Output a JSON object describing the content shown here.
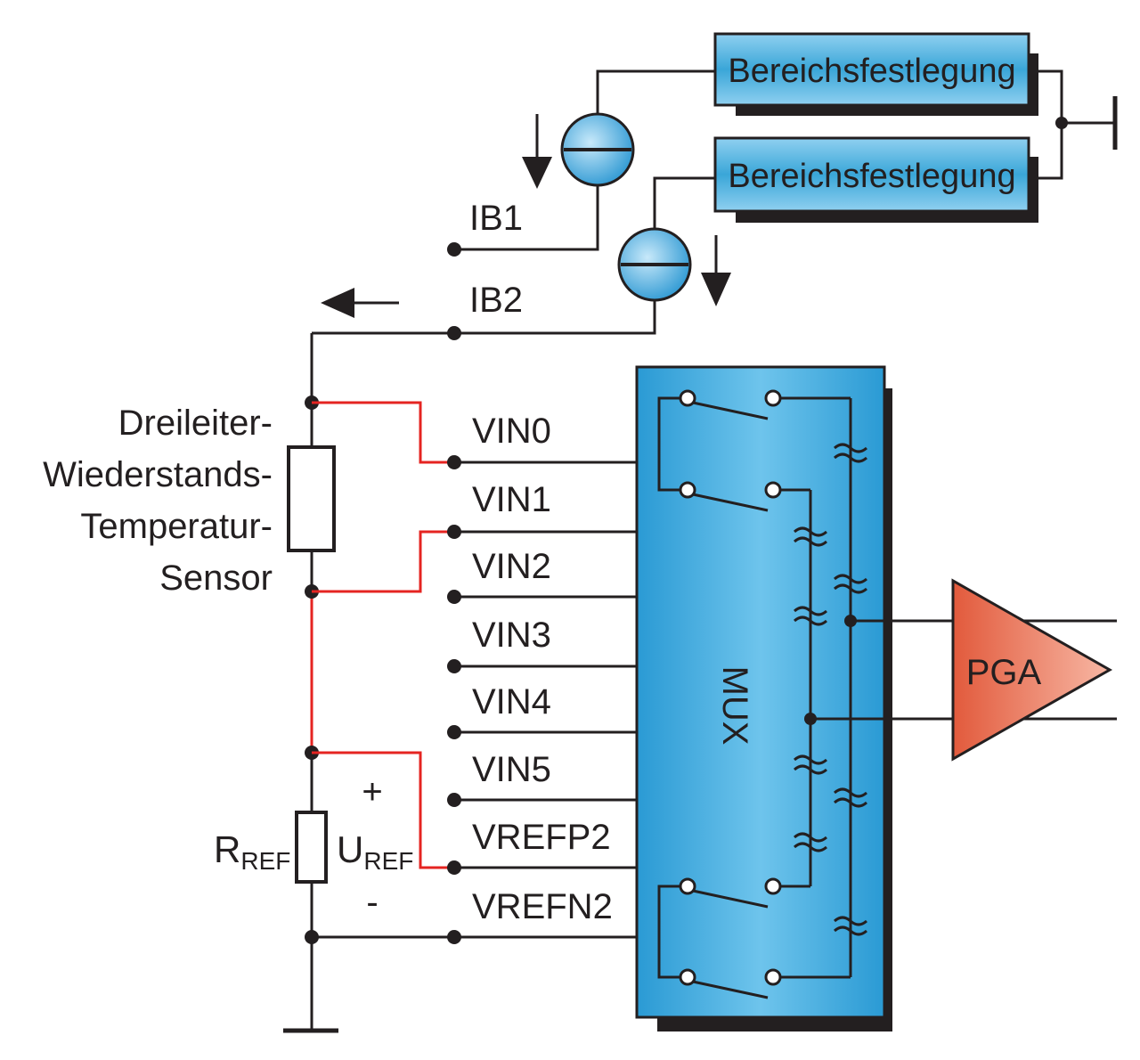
{
  "range_boxes": [
    "Bereichsfestlegung",
    "Bereichsfestlegung"
  ],
  "current_sources": [
    "IB1",
    "IB2"
  ],
  "sensor_label": [
    "Dreileiter-",
    "Wiederstands-",
    "Temperatur-",
    "Sensor"
  ],
  "inputs": [
    "VIN0",
    "VIN1",
    "VIN2",
    "VIN3",
    "VIN4",
    "VIN5",
    "VREFP2",
    "VREFN2"
  ],
  "mux_label": "MUX",
  "pga_label": "PGA",
  "rref": {
    "main": "R",
    "sub": "REF"
  },
  "uref": {
    "main": "U",
    "sub": "REF"
  },
  "plus": "+",
  "minus": "-",
  "colors": {
    "box": "#3aa6d8",
    "pga": "#e8735a",
    "red_wire": "#e52421",
    "line": "#231f20"
  }
}
